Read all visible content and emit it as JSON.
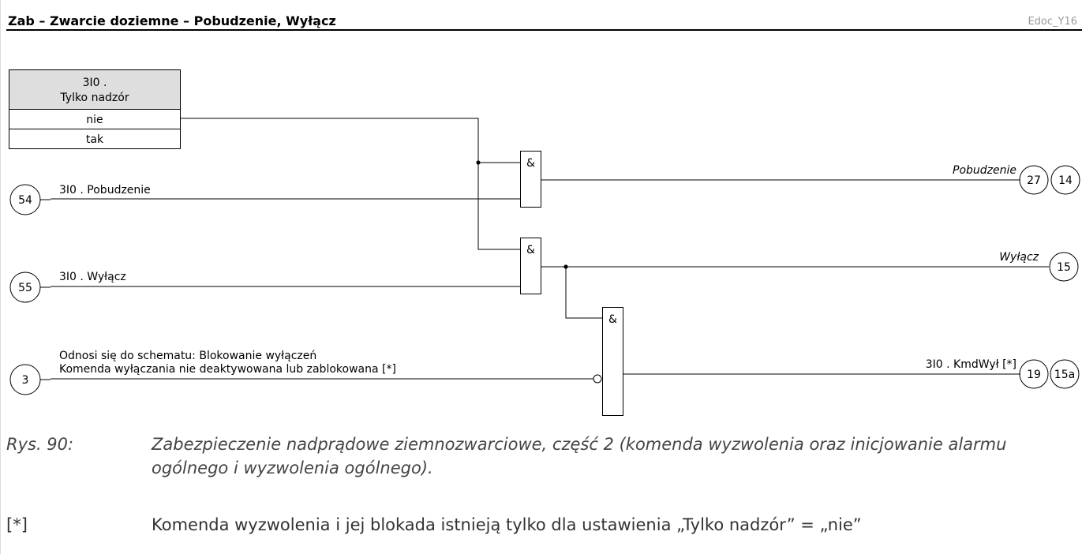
{
  "header": {
    "title": "Zab – Zwarcie doziemne – Pobudzenie, Wyłącz",
    "ref": "Edoc_Y16"
  },
  "diagram": {
    "setting_table": {
      "title_line1": "3I0 .",
      "title_line2": "Tylko nadzór",
      "option_1": "nie",
      "option_2": "tak"
    },
    "inputs": {
      "in_54": {
        "number": "54",
        "label": "3I0 . Pobudzenie"
      },
      "in_55": {
        "number": "55",
        "label": "3I0 . Wyłącz"
      },
      "in_3": {
        "number": "3",
        "label_line1": "Odnosi się do schematu: Blokowanie wyłączeń",
        "label_line2": "Komenda wyłączania nie deaktywowana lub zablokowana [*]"
      }
    },
    "gates": {
      "gate_1": "&",
      "gate_2": "&",
      "gate_3": "&"
    },
    "outputs": {
      "pickup": {
        "label": "Pobudzenie",
        "ref_a": "27",
        "ref_b": "14"
      },
      "trip": {
        "label": "Wyłącz",
        "ref_a": "15"
      },
      "trip_cmd": {
        "label": "3I0 . KmdWył [*]",
        "ref_a": "19",
        "ref_b": "15a"
      }
    }
  },
  "caption": {
    "label": "Rys. 90:",
    "text": "Zabezpieczenie nadprądowe ziemnozwarciowe, część 2 (komenda wyzwolenia oraz inicjowanie alarmu ogólnego i wyzwolenia ogólnego)."
  },
  "footnote": {
    "mark": "[*]",
    "text": "Komenda wyzwolenia i jej blokada istnieją tylko dla ustawienia „Tylko nadzór” = „nie”"
  }
}
